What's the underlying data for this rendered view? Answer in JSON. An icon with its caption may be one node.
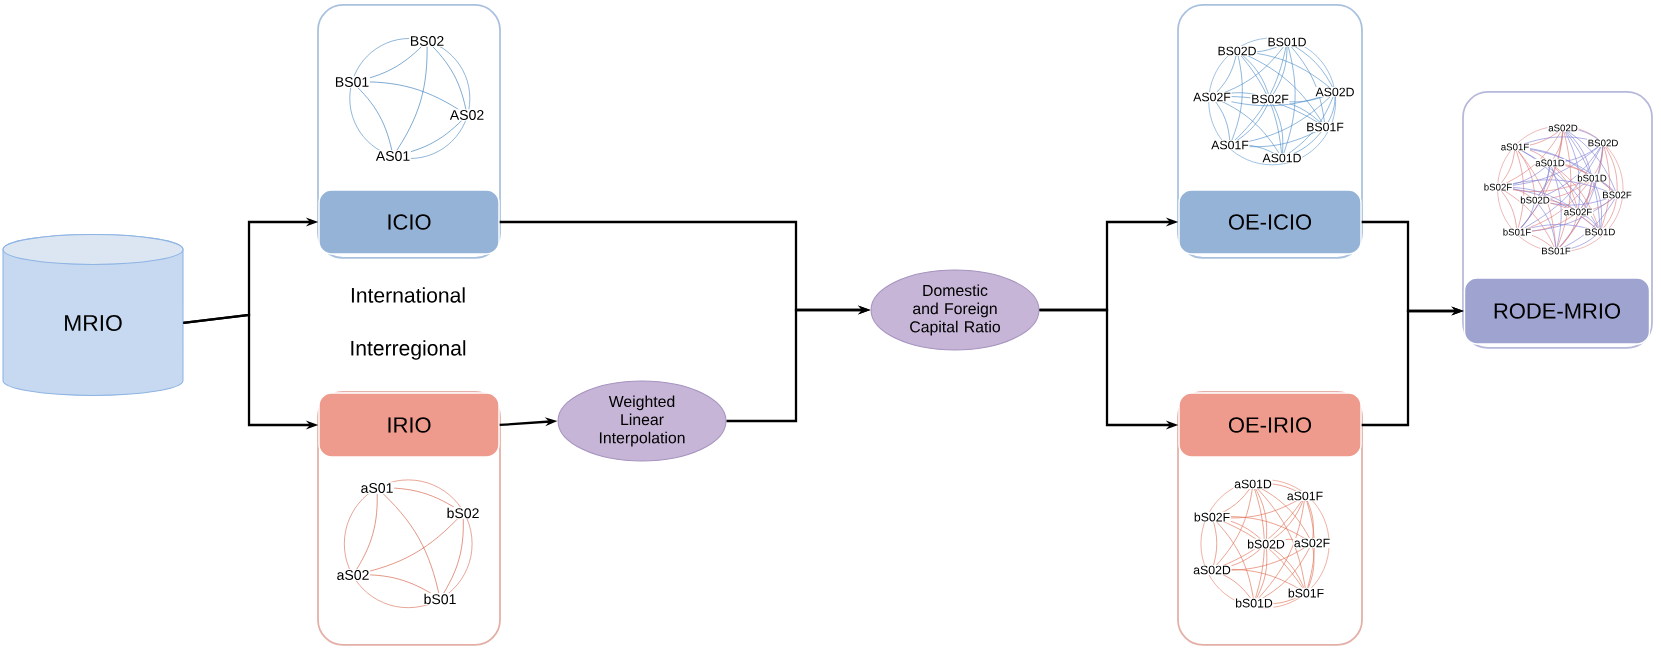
{
  "diagram": {
    "nodes": [
      {
        "text": [
          "MRIO"
        ]
      },
      {
        "text": [
          "ICIO"
        ]
      },
      {
        "text": [
          "IRIO"
        ]
      },
      {
        "text": [
          "Weighted Linear Interpolation"
        ]
      },
      {
        "text": [
          "Domestic and Foreign Capital Ratio"
        ]
      },
      {
        "text": [
          "OE-ICIO"
        ]
      },
      {
        "text": [
          "OE-IRIO"
        ]
      },
      {
        "text": [
          "RODE-MRIO"
        ]
      }
    ],
    "edges": [
      {
        "from": 0,
        "to": 1,
        "arrow": "to"
      },
      {
        "from": 0,
        "to": 2,
        "arrow": "to"
      },
      {
        "from": 2,
        "to": 3,
        "arrow": "to"
      },
      {
        "from": 1,
        "to": 4,
        "arrow": "to"
      },
      {
        "from": 3,
        "to": 4,
        "arrow": "to"
      },
      {
        "from": 4,
        "to": 5,
        "arrow": "to"
      },
      {
        "from": 4,
        "to": 6,
        "arrow": "to"
      },
      {
        "from": 5,
        "to": 7,
        "arrow": "to"
      },
      {
        "from": 6,
        "to": 7,
        "arrow": "to"
      }
    ],
    "labels": [
      "BS02",
      "BS01",
      "AS02",
      "AS01",
      "BS01D",
      "BS02D",
      "AS02D",
      "AS02F",
      "BS02F",
      "BS01F",
      "AS01F",
      "AS01D",
      "aS02D",
      "aS01F",
      "BS02D",
      "aS01D",
      "bS01D",
      "bS02F",
      "BS02F",
      "bS02D",
      "aS02F",
      "bS01F",
      "BS01D",
      "BS01F",
      "International",
      "Interregional",
      "aS01",
      "bS02",
      "aS02",
      "bS01",
      "aS01D",
      "aS01F",
      "bS02F",
      "bS02D",
      "aS02F",
      "aS02D",
      "bS01F",
      "bS01D"
    ]
  }
}
